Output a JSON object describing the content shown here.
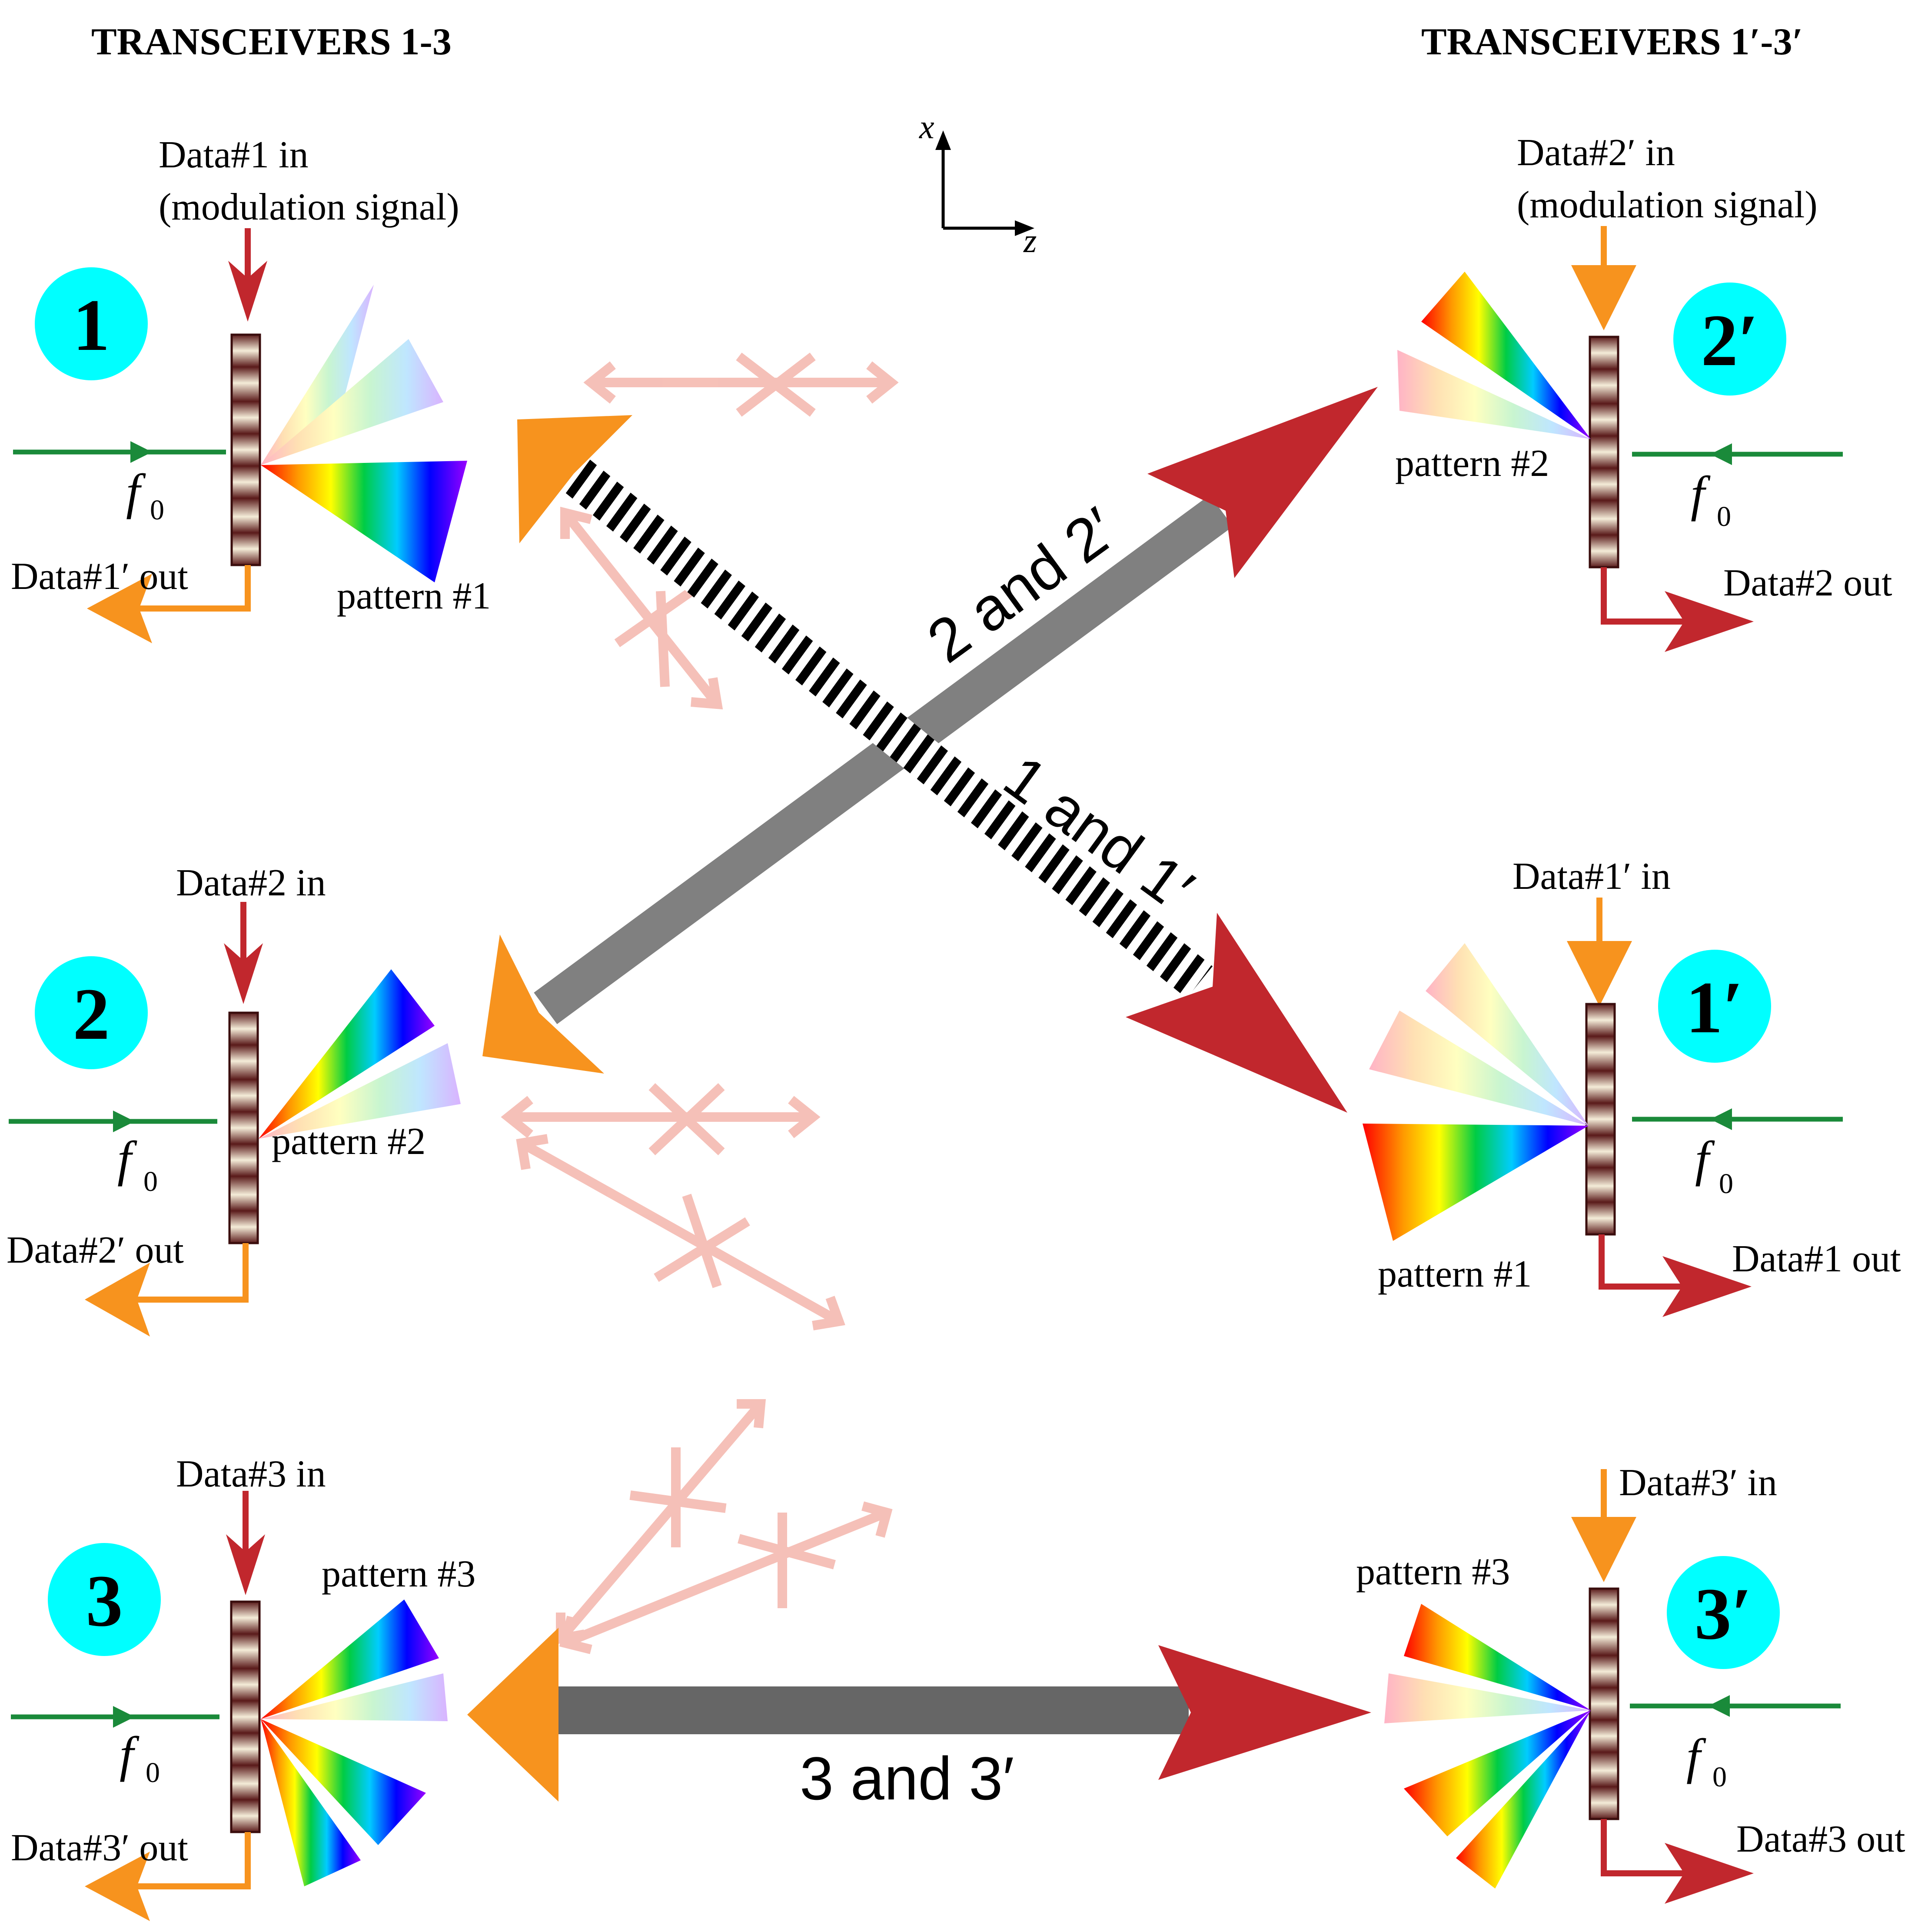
{
  "headers": {
    "left": "TRANSCEIVERS 1-3",
    "right": "TRANSCEIVERS 1′-3′"
  },
  "axes": {
    "x": "x",
    "z": "z"
  },
  "transceivers": [
    {
      "id": "1",
      "data_in": "Data#1 in",
      "data_in_sub": "(modulation signal)",
      "data_out": "Data#1′ out",
      "pattern": "pattern #1",
      "freq": "f",
      "freq_sub": "0"
    },
    {
      "id": "2",
      "data_in": "Data#2 in",
      "data_out": "Data#2′ out",
      "pattern": "pattern #2",
      "freq": "f",
      "freq_sub": "0"
    },
    {
      "id": "3",
      "data_in": "Data#3 in",
      "data_out": "Data#3′ out",
      "pattern": "pattern #3",
      "freq": "f",
      "freq_sub": "0"
    },
    {
      "id": "2′",
      "data_in": "Data#2′ in",
      "data_in_sub": "(modulation signal)",
      "data_out": "Data#2 out",
      "pattern": "pattern #2",
      "freq": "f",
      "freq_sub": "0"
    },
    {
      "id": "1′",
      "data_in": "Data#1′ in",
      "data_out": "Data#1 out",
      "pattern": "pattern #1",
      "freq": "f",
      "freq_sub": "0"
    },
    {
      "id": "3′",
      "data_in": "Data#3′ in",
      "data_out": "Data#3 out",
      "pattern": "pattern #3",
      "freq": "f",
      "freq_sub": "0"
    }
  ],
  "links": {
    "link_2": "2 and 2′",
    "link_1": "1 and 1′",
    "link_3": "3 and 3′"
  },
  "colors": {
    "badge": "#00ffff",
    "input_red": "#c1272d",
    "input_orange": "#f7931e",
    "carrier_green": "#1a8a3a",
    "beam_gray": "#808080",
    "blocked_pink": "#f4b6ac"
  }
}
